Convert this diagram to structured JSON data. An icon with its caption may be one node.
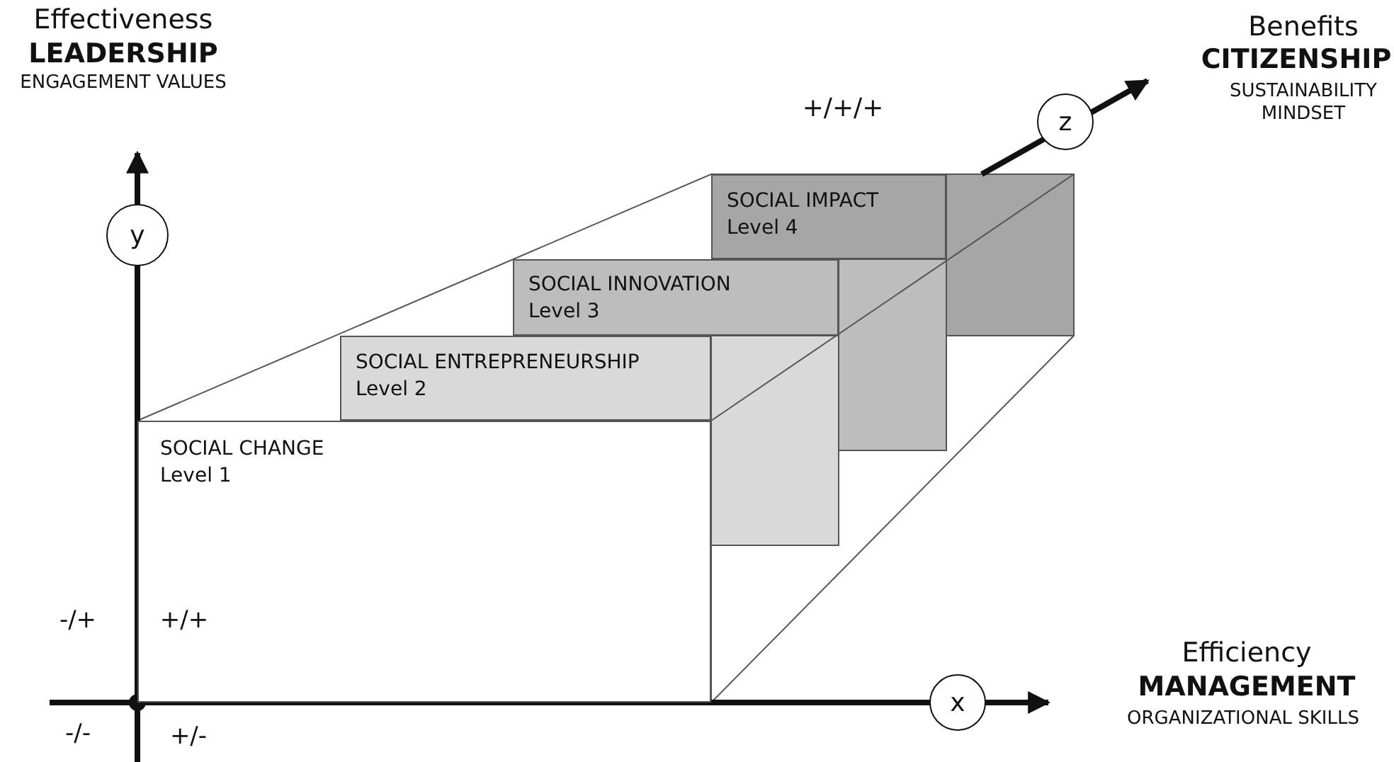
{
  "diagram": {
    "nodes": [
      {
        "text": [
          "SOCIAL CHANGE",
          "Level 1"
        ]
      },
      {
        "text": [
          "SOCIAL ENTREPRENEURSHIP",
          "Level 2"
        ]
      },
      {
        "text": [
          "SOCIAL INNOVATION",
          "Level 3"
        ]
      },
      {
        "text": [
          "SOCIAL IMPACT",
          "Level 4"
        ]
      },
      {
        "text": [
          "y"
        ]
      },
      {
        "text": [
          "z"
        ]
      },
      {
        "text": [
          "x"
        ]
      }
    ],
    "edges": [],
    "labels": [
      "Effectiveness",
      "LEADERSHIP",
      "ENGAGEMENT VALUES",
      "Benefits",
      "CITIZENSHIP",
      "SUSTAINABILITY MINDSET",
      "+/+/+",
      "-/+",
      "+/+",
      "Efficiency",
      "MANAGEMENT",
      "ORGANIZATIONAL SKILLS",
      "-/-",
      "+/-"
    ]
  }
}
